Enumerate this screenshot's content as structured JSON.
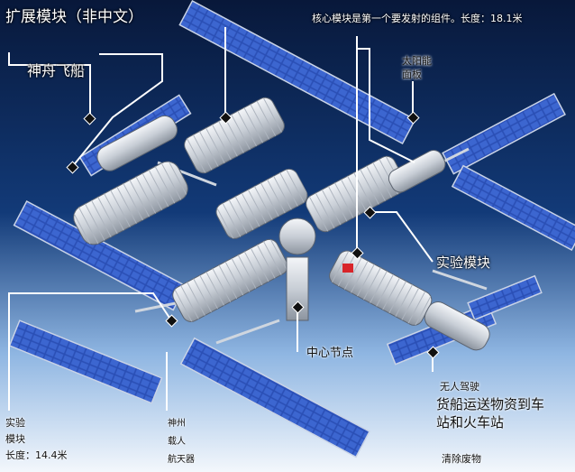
{
  "title": "扩展模块（非中文）",
  "core_note": "核心模块是第一个要发射的组件。长度：18.1米",
  "labels": {
    "shenzhou": "神舟飞船",
    "solar_panel": "太阳能\n面板",
    "lab_module_right": "实验模块",
    "central_node": "中心节点",
    "unmanned_cargo_line1": "无人驾驶",
    "unmanned_cargo_line2": "货船运送物资到车\n站和火车站",
    "waste_removal": "清除废物",
    "lab_module_left": "实验\n模块\n长度：14.4米",
    "shenzhou_crewed": "神州\n载人\n航天器"
  },
  "colors": {
    "space": "#0b1e3f",
    "earth_glow": "#e8f2fb",
    "module_body": "#d9dde3",
    "solar_cell": "#2f53b8",
    "leader_line": "#ffffff",
    "node_marker": "#d8252a"
  }
}
